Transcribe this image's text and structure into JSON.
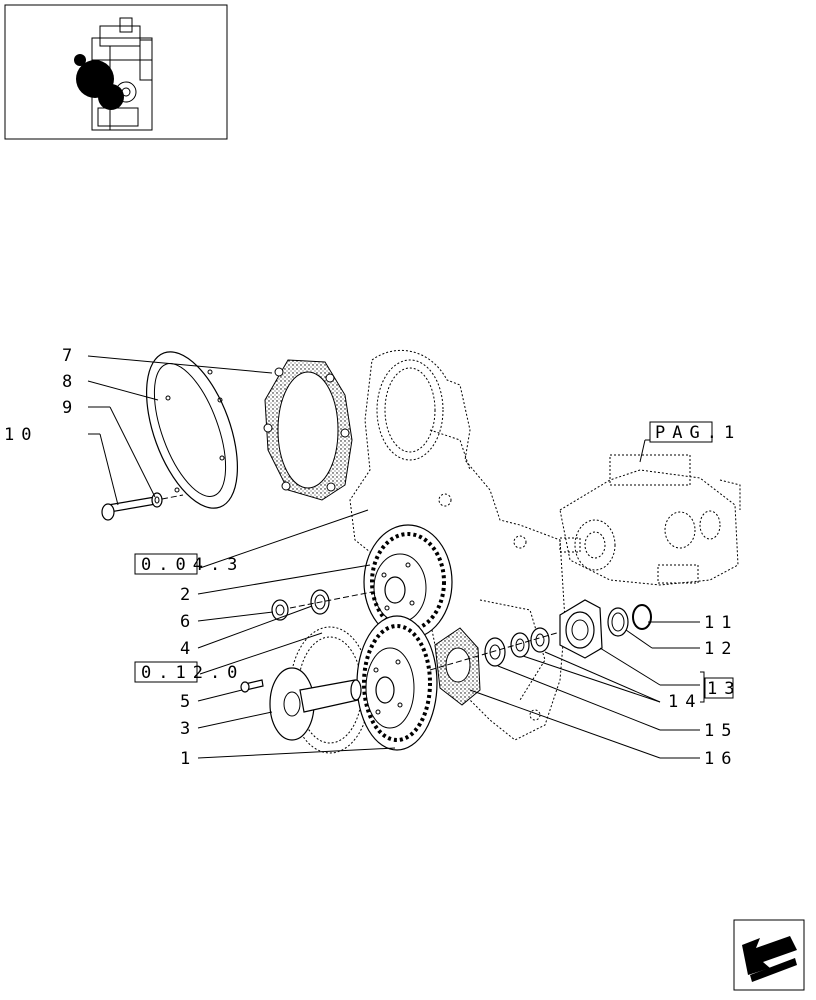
{
  "callouts": {
    "c1": "1",
    "c2": "2",
    "c3": "3",
    "c4": "4",
    "c5": "5",
    "c6": "6",
    "c7": "7",
    "c8": "8",
    "c9": "9",
    "c10": "10",
    "c11": "11",
    "c12": "12",
    "c13": "13",
    "c14": "14",
    "c15": "15",
    "c16": "16"
  },
  "refs": {
    "r0043": "0.04.3",
    "r0120": "0.12.0",
    "pag1": "PAG.1"
  },
  "icons": {
    "thumbnail": "engine-thumbnail-icon",
    "nav": "next-page-arrow-icon"
  }
}
